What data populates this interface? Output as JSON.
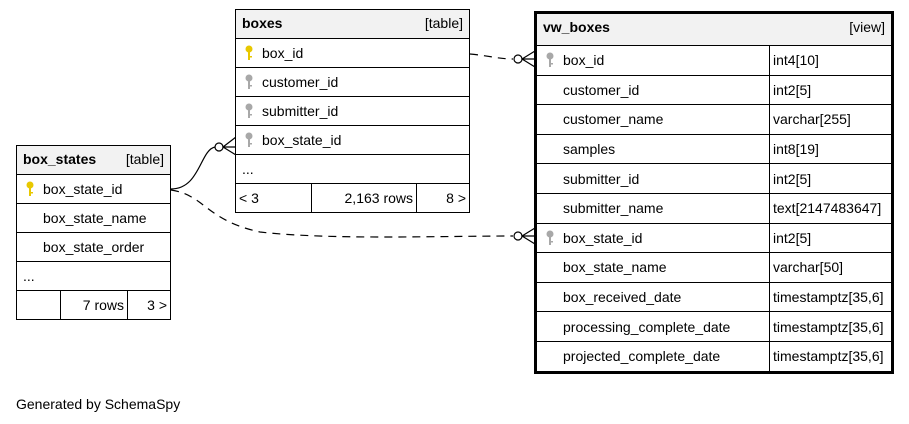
{
  "boxes": {
    "name": "boxes",
    "kind": "[table]",
    "columns": [
      {
        "name": "box_id",
        "key": "primary"
      },
      {
        "name": "customer_id",
        "key": "foreign"
      },
      {
        "name": "submitter_id",
        "key": "foreign"
      },
      {
        "name": "box_state_id",
        "key": "foreign"
      }
    ],
    "more": "...",
    "footer": {
      "parents": "< 3",
      "rows": "2,163 rows",
      "children": "8 >"
    }
  },
  "box_states": {
    "name": "box_states",
    "kind": "[table]",
    "columns": [
      {
        "name": "box_state_id",
        "key": "primary"
      },
      {
        "name": "box_state_name",
        "key": "none"
      },
      {
        "name": "box_state_order",
        "key": "none"
      }
    ],
    "more": "...",
    "footer": {
      "parents": "",
      "rows": "7 rows",
      "children": "3 >"
    }
  },
  "vw_boxes": {
    "name": "vw_boxes",
    "kind": "[view]",
    "columns": [
      {
        "name": "box_id",
        "type": "int4[10]",
        "key": "foreign"
      },
      {
        "name": "customer_id",
        "type": "int2[5]",
        "key": "none"
      },
      {
        "name": "customer_name",
        "type": "varchar[255]",
        "key": "none"
      },
      {
        "name": "samples",
        "type": "int8[19]",
        "key": "none"
      },
      {
        "name": "submitter_id",
        "type": "int2[5]",
        "key": "none"
      },
      {
        "name": "submitter_name",
        "type": "text[2147483647]",
        "key": "none"
      },
      {
        "name": "box_state_id",
        "type": "int2[5]",
        "key": "foreign"
      },
      {
        "name": "box_state_name",
        "type": "varchar[50]",
        "key": "none"
      },
      {
        "name": "box_received_date",
        "type": "timestamptz[35,6]",
        "key": "none"
      },
      {
        "name": "processing_complete_date",
        "type": "timestamptz[35,6]",
        "key": "none"
      },
      {
        "name": "projected_complete_date",
        "type": "timestamptz[35,6]",
        "key": "none"
      }
    ]
  },
  "colors": {
    "primary_key": "#e8c800",
    "foreign_key": "#a8a8a8",
    "header_bg": "#f2f2f2"
  },
  "credit": "Generated by SchemaSpy"
}
